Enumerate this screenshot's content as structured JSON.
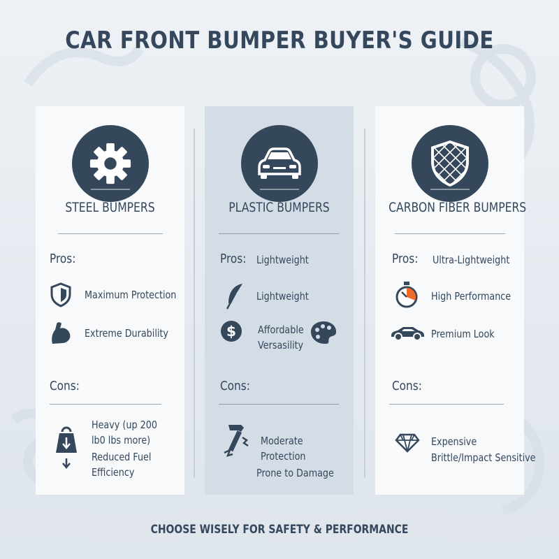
{
  "title": "CAR FRONT BUMPER BUYER'S GUIDE",
  "footer": "CHOOSE WISELY FOR SAFETY & PERFORMANCE",
  "colors": {
    "primary": "#35475b",
    "accent": "#f26b2a",
    "background": "#e9eef3",
    "card": "#f7f9fb",
    "card_highlight": "#d4dde6"
  },
  "cards": [
    {
      "name": "STEEL BUMPERS",
      "emblem_icon": "gear-icon",
      "pros_label": "Pros:",
      "pros": [
        {
          "icon": "shield-icon",
          "text": "Maximum Protection"
        },
        {
          "icon": "flexed-arm-icon",
          "text": "Extreme Durability"
        }
      ],
      "cons_label": "Cons:",
      "cons": [
        {
          "icon": "weight-down-icon",
          "lines": [
            "Heavy (up 200",
            "lb0 lbs more)",
            "Reduced Fuel",
            "Efficiency"
          ]
        }
      ]
    },
    {
      "name": "PLASTIC BUMPERS",
      "emblem_icon": "car-front-icon",
      "pros_label": "Pros:",
      "pros_inline": "Lightweight",
      "pros": [
        {
          "icon": "feather-icon",
          "text": "Lightweight"
        },
        {
          "icon": "dollar-icon",
          "lines": [
            "Affordable",
            "Versasility"
          ]
        },
        {
          "icon": "palette-icon",
          "text": ""
        }
      ],
      "cons_label": "Cons:",
      "cons": [
        {
          "icon": "broken-hammer-icon",
          "lines": [
            "Moderate",
            "Protection",
            "Prone to Damage"
          ]
        }
      ]
    },
    {
      "name": "CARBON FIBER BUMPERS",
      "emblem_icon": "carbon-weave-shield-icon",
      "pros_label": "Pros:",
      "pros_inline": "Ultra-Lightweight",
      "pros": [
        {
          "icon": "stopwatch-icon",
          "text": "High Performance"
        },
        {
          "icon": "sports-car-icon",
          "text": "Premium Look"
        }
      ],
      "cons_label": "Cons:",
      "cons": [
        {
          "icon": "diamond-icon",
          "lines": [
            "Expensive",
            "Brittle/Impact Sensitive"
          ]
        }
      ]
    }
  ]
}
